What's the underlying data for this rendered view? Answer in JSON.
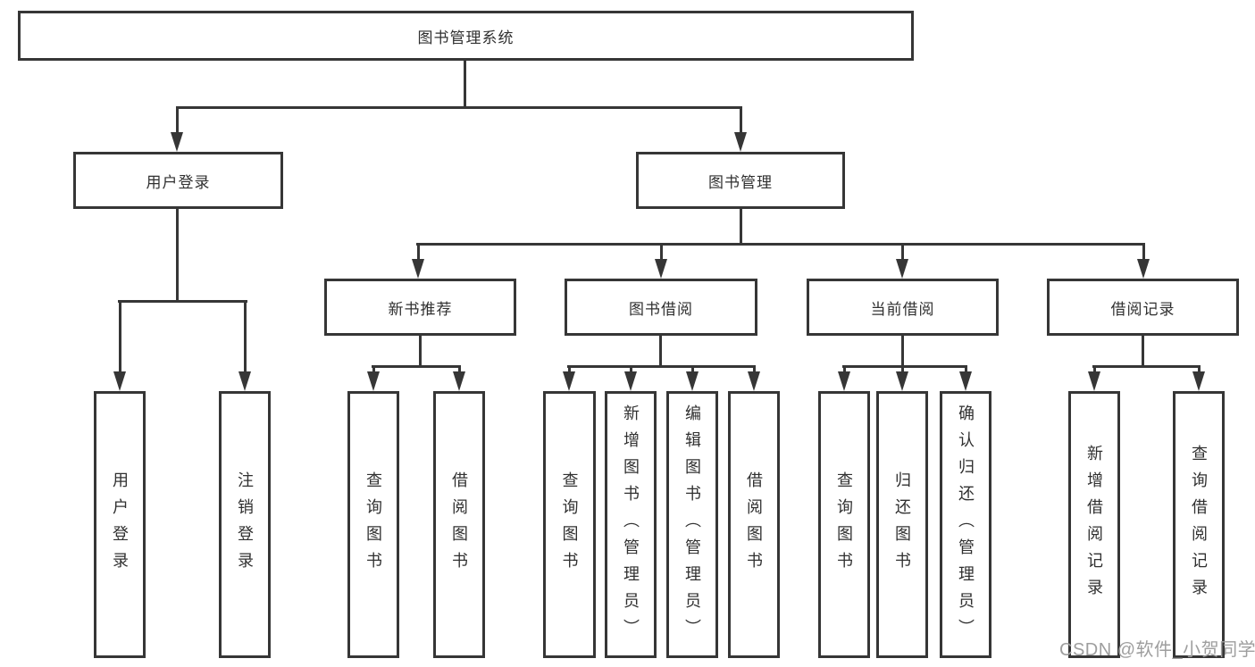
{
  "tree": {
    "label": "图书管理系统",
    "children": [
      {
        "label": "用户登录",
        "children": [
          {
            "label": "用户登录"
          },
          {
            "label": "注销登录"
          }
        ]
      },
      {
        "label": "图书管理",
        "children": [
          {
            "label": "新书推荐",
            "children": [
              {
                "label": "查询图书"
              },
              {
                "label": "借阅图书"
              }
            ]
          },
          {
            "label": "图书借阅",
            "children": [
              {
                "label": "查询图书"
              },
              {
                "label": "新增图书（管理员）"
              },
              {
                "label": "编辑图书（管理员）"
              },
              {
                "label": "借阅图书"
              }
            ]
          },
          {
            "label": "当前借阅",
            "children": [
              {
                "label": "查询图书"
              },
              {
                "label": "归还图书"
              },
              {
                "label": "确认归还（管理员）"
              }
            ]
          },
          {
            "label": "借阅记录",
            "children": [
              {
                "label": "新增借阅记录"
              },
              {
                "label": "查询借阅记录"
              }
            ]
          }
        ]
      }
    ]
  },
  "watermark": {
    "text": "CSDN @软件_小贺同学"
  },
  "colors": {
    "line": "#363636",
    "text": "#303030",
    "watermark": "#9e9e9e",
    "background": "#ffffff"
  }
}
